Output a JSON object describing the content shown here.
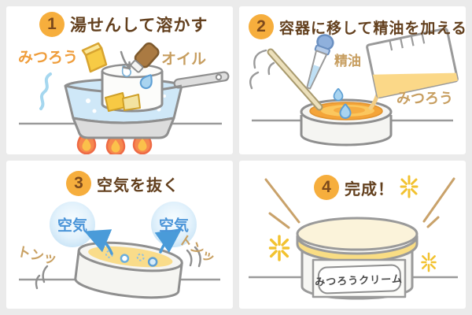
{
  "colors": {
    "background": "#ebebeb",
    "panel": "#ffffff",
    "step_circle": "#f6ae3d",
    "step_number": "#7c4a1d",
    "title_text": "#63401e",
    "orange_label": "#ef9d3b",
    "tan_label": "#c79e60",
    "blue_label": "#4a94d8",
    "water_blue": "#cfe8f8",
    "wax_yellow": "#f8d04f",
    "melted_wax_orange": "#f5a93c",
    "jar_band_yellow": "#f9dd84",
    "flame_orange": "#f6884e",
    "sparkle_yellow": "#f2c230",
    "line_gray": "#9a9a9a"
  },
  "panels": [
    {
      "number": "1",
      "title": "湯せんして溶かす",
      "label_beeswax": "みつろう",
      "label_oil": "オイル"
    },
    {
      "number": "2",
      "title": "容器に移して精油を加える",
      "label_essential_oil": "精油",
      "label_beeswax": "みつろう"
    },
    {
      "number": "3",
      "title": "空気を抜く",
      "label_air_left": "空気",
      "label_air_right": "空気",
      "sfx_left": "トンッ",
      "sfx_right": "トンッ"
    },
    {
      "number": "4",
      "title": "完成！",
      "jar_label": "みつろうクリーム"
    }
  ]
}
